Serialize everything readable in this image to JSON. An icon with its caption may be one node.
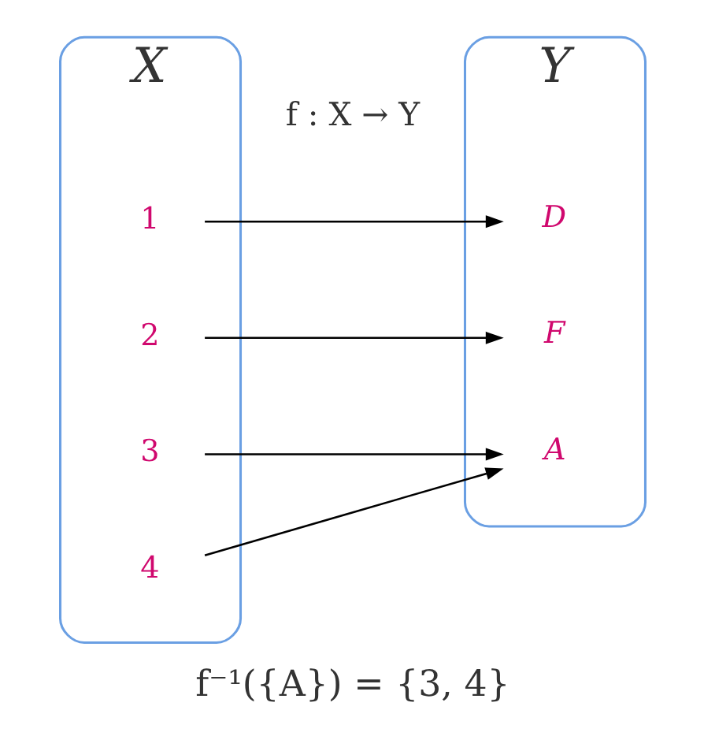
{
  "diagram": {
    "caption": "f⁻¹({A}) = {3, 4}",
    "nodes": [
      {
        "text": [
          "X"
        ]
      },
      {
        "text": [
          "1"
        ],
        "in": 0
      },
      {
        "text": [
          "2"
        ],
        "in": 0
      },
      {
        "text": [
          "3"
        ],
        "in": 0
      },
      {
        "text": [
          "4"
        ],
        "in": 0
      },
      {
        "text": [
          "Y"
        ]
      },
      {
        "text": [
          "D"
        ],
        "in": 5
      },
      {
        "text": [
          "F"
        ],
        "in": 5
      },
      {
        "text": [
          "A"
        ],
        "in": 5
      }
    ],
    "edges": [
      {
        "from": 1,
        "to": 6,
        "arrow": "to"
      },
      {
        "from": 2,
        "to": 7,
        "arrow": "to"
      },
      {
        "from": 3,
        "to": 8,
        "arrow": "to"
      },
      {
        "from": 4,
        "to": 8,
        "arrow": "to"
      }
    ],
    "labels": [
      "f : X → Y"
    ]
  }
}
